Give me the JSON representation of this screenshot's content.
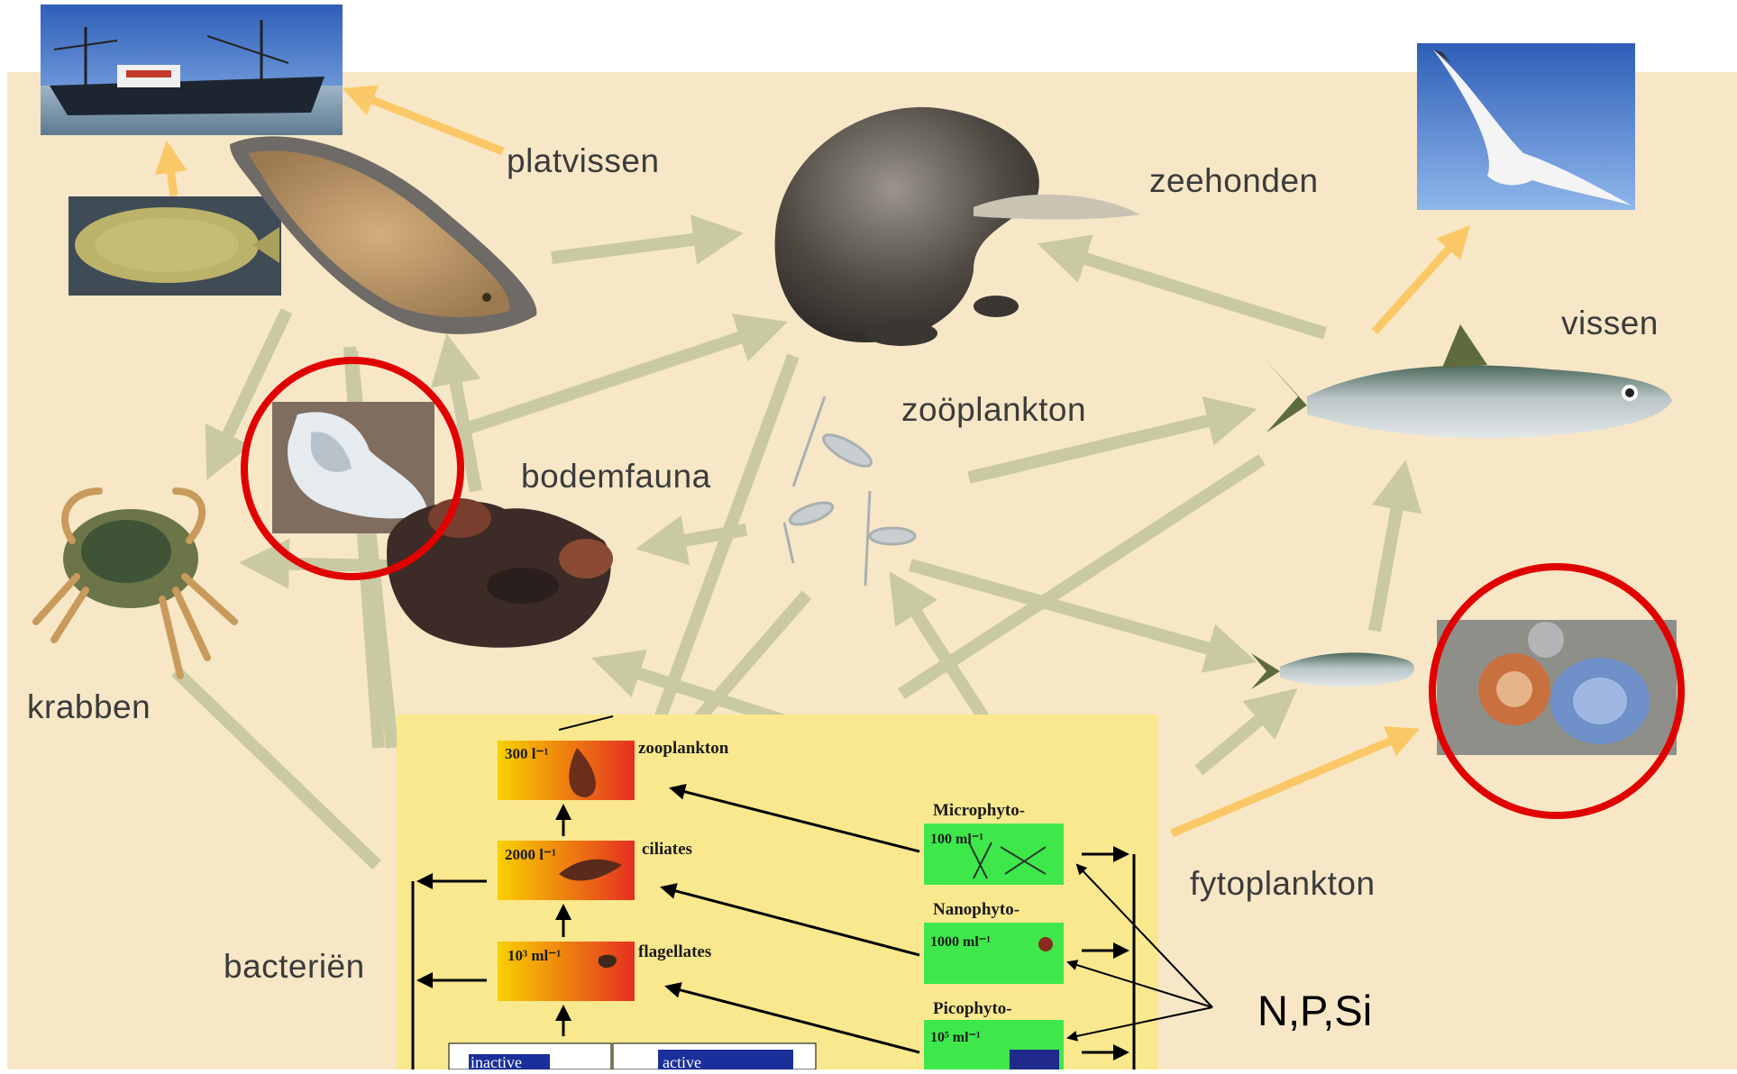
{
  "labels": {
    "platvissen": "platvissen",
    "zeehonden": "zeehonden",
    "vissen": "vissen",
    "zooplankton": "zoöplankton",
    "bodemfauna": "bodemfauna",
    "krabben": "krabben",
    "fytoplankton": "fytoplankton",
    "bacterien": "bacteriën",
    "nutrients": "N,P,Si"
  },
  "inset": {
    "zooplankton": {
      "count": "300 l⁻¹",
      "label": "zooplankton"
    },
    "ciliates": {
      "count": "2000 l⁻¹",
      "label": "ciliates"
    },
    "flagellates": {
      "count": "10³ ml⁻¹",
      "label": "flagellates"
    },
    "microphyto": {
      "title": "Microphyto-",
      "count": "100 ml⁻¹"
    },
    "nanophyto": {
      "title": "Nanophyto-",
      "count": "1000 ml⁻¹"
    },
    "picophyto": {
      "title": "Picophyto-",
      "count": "10⁵ ml⁻¹"
    },
    "inactive": "inactive",
    "active": "active"
  },
  "colors": {
    "background": "#f7e7c6",
    "arrow_green": "#c9c9a4",
    "arrow_orange": "#fbc867",
    "highlight_red": "#e00000",
    "inset_bg": "#fae88e",
    "gradient_top": "#f8d000",
    "gradient_bottom": "#e43020",
    "phyto_green": "#3ee84b"
  },
  "icons": [
    "trawler-photo",
    "flatfish-photo",
    "plaice-image",
    "seal-image",
    "gull-photo",
    "herring-image",
    "oyster-photo",
    "mussels-image",
    "crab-image",
    "zooplankton-image",
    "small-fish-image",
    "jellyfish-photo"
  ]
}
